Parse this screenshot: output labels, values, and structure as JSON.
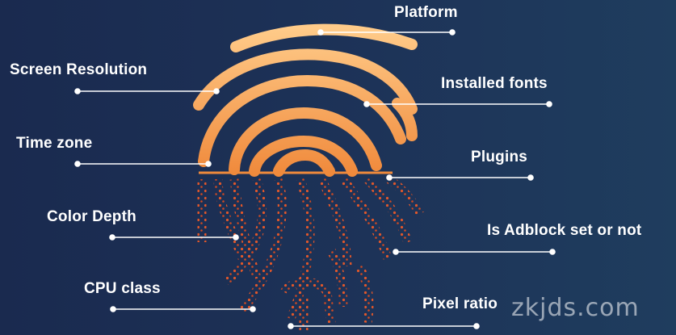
{
  "labels": {
    "platform": "Platform",
    "screen_resolution": "Screen Resolution",
    "installed_fonts": "Installed fonts",
    "time_zone": "Time zone",
    "plugins": "Plugins",
    "color_depth": "Color Depth",
    "is_adblock": "Is Adblock set or not",
    "cpu_class": "CPU class",
    "pixel_ratio": "Pixel ratio"
  },
  "watermark": "zkjds.com",
  "colors": {
    "background": "#1c2f55",
    "ridge_top": "#ffca86",
    "ridge_bottom": "#f08a3c",
    "dots": "#e2572a",
    "connector": "#ffffff"
  },
  "icon": "fingerprint-icon"
}
